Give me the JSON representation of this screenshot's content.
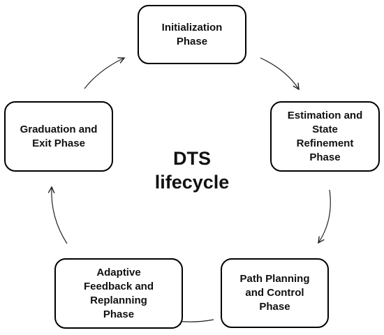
{
  "diagram": {
    "center_title": "DTS\nlifecycle",
    "phases": [
      {
        "id": "initialization",
        "label": "Initialization\nPhase"
      },
      {
        "id": "estimation",
        "label": "Estimation and\nState\nRefinement\nPhase"
      },
      {
        "id": "path-planning",
        "label": "Path Planning\nand Control\nPhase"
      },
      {
        "id": "adaptive-feedback",
        "label": "Adaptive\nFeedback and\nReplanning\nPhase"
      },
      {
        "id": "graduation",
        "label": "Graduation and\nExit Phase"
      }
    ],
    "colors": {
      "stroke": "#000000",
      "text": "#111111",
      "background": "#ffffff"
    }
  }
}
